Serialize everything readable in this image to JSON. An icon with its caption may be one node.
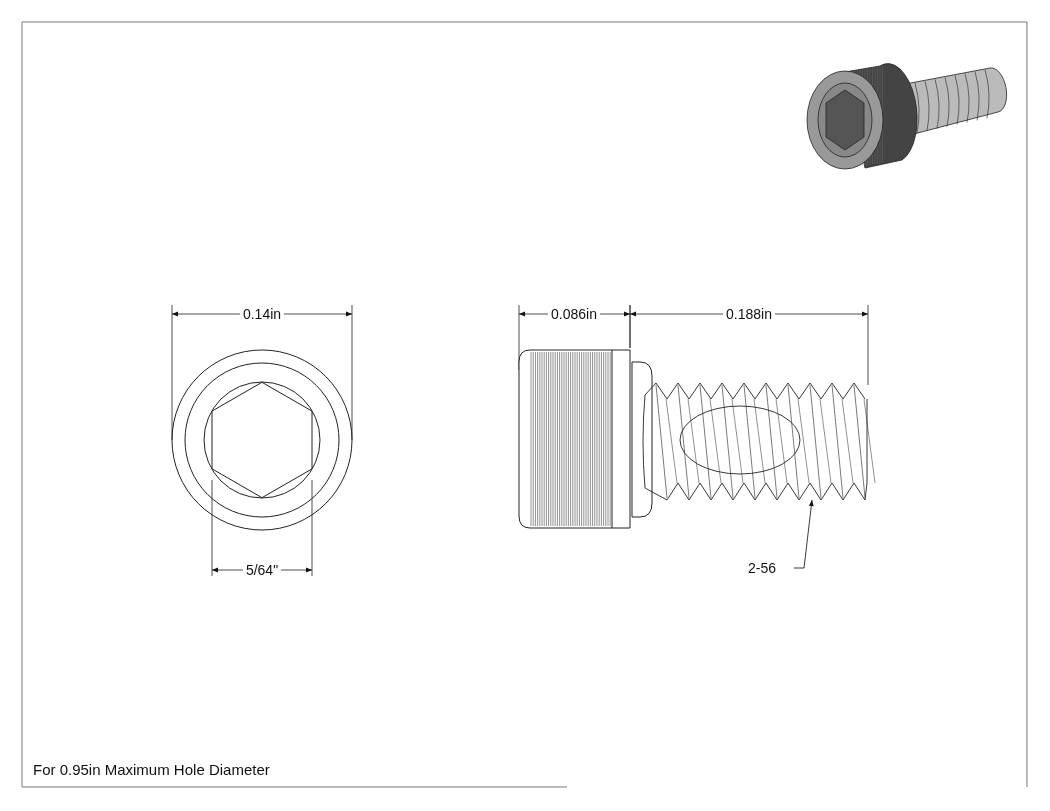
{
  "diagram": {
    "nodes": [
      {
        "text": [
          "2-56"
        ]
      },
      {
        "text": [],
        "shape": "picture"
      }
    ],
    "edges": [
      {
        "from": 0,
        "to": 1,
        "arrow": "to"
      }
    ],
    "labels": [
      "0.14in",
      "0.086in",
      "0.188in",
      "5/64\"",
      "For 0.95in Maximum Hole Diameter"
    ]
  }
}
